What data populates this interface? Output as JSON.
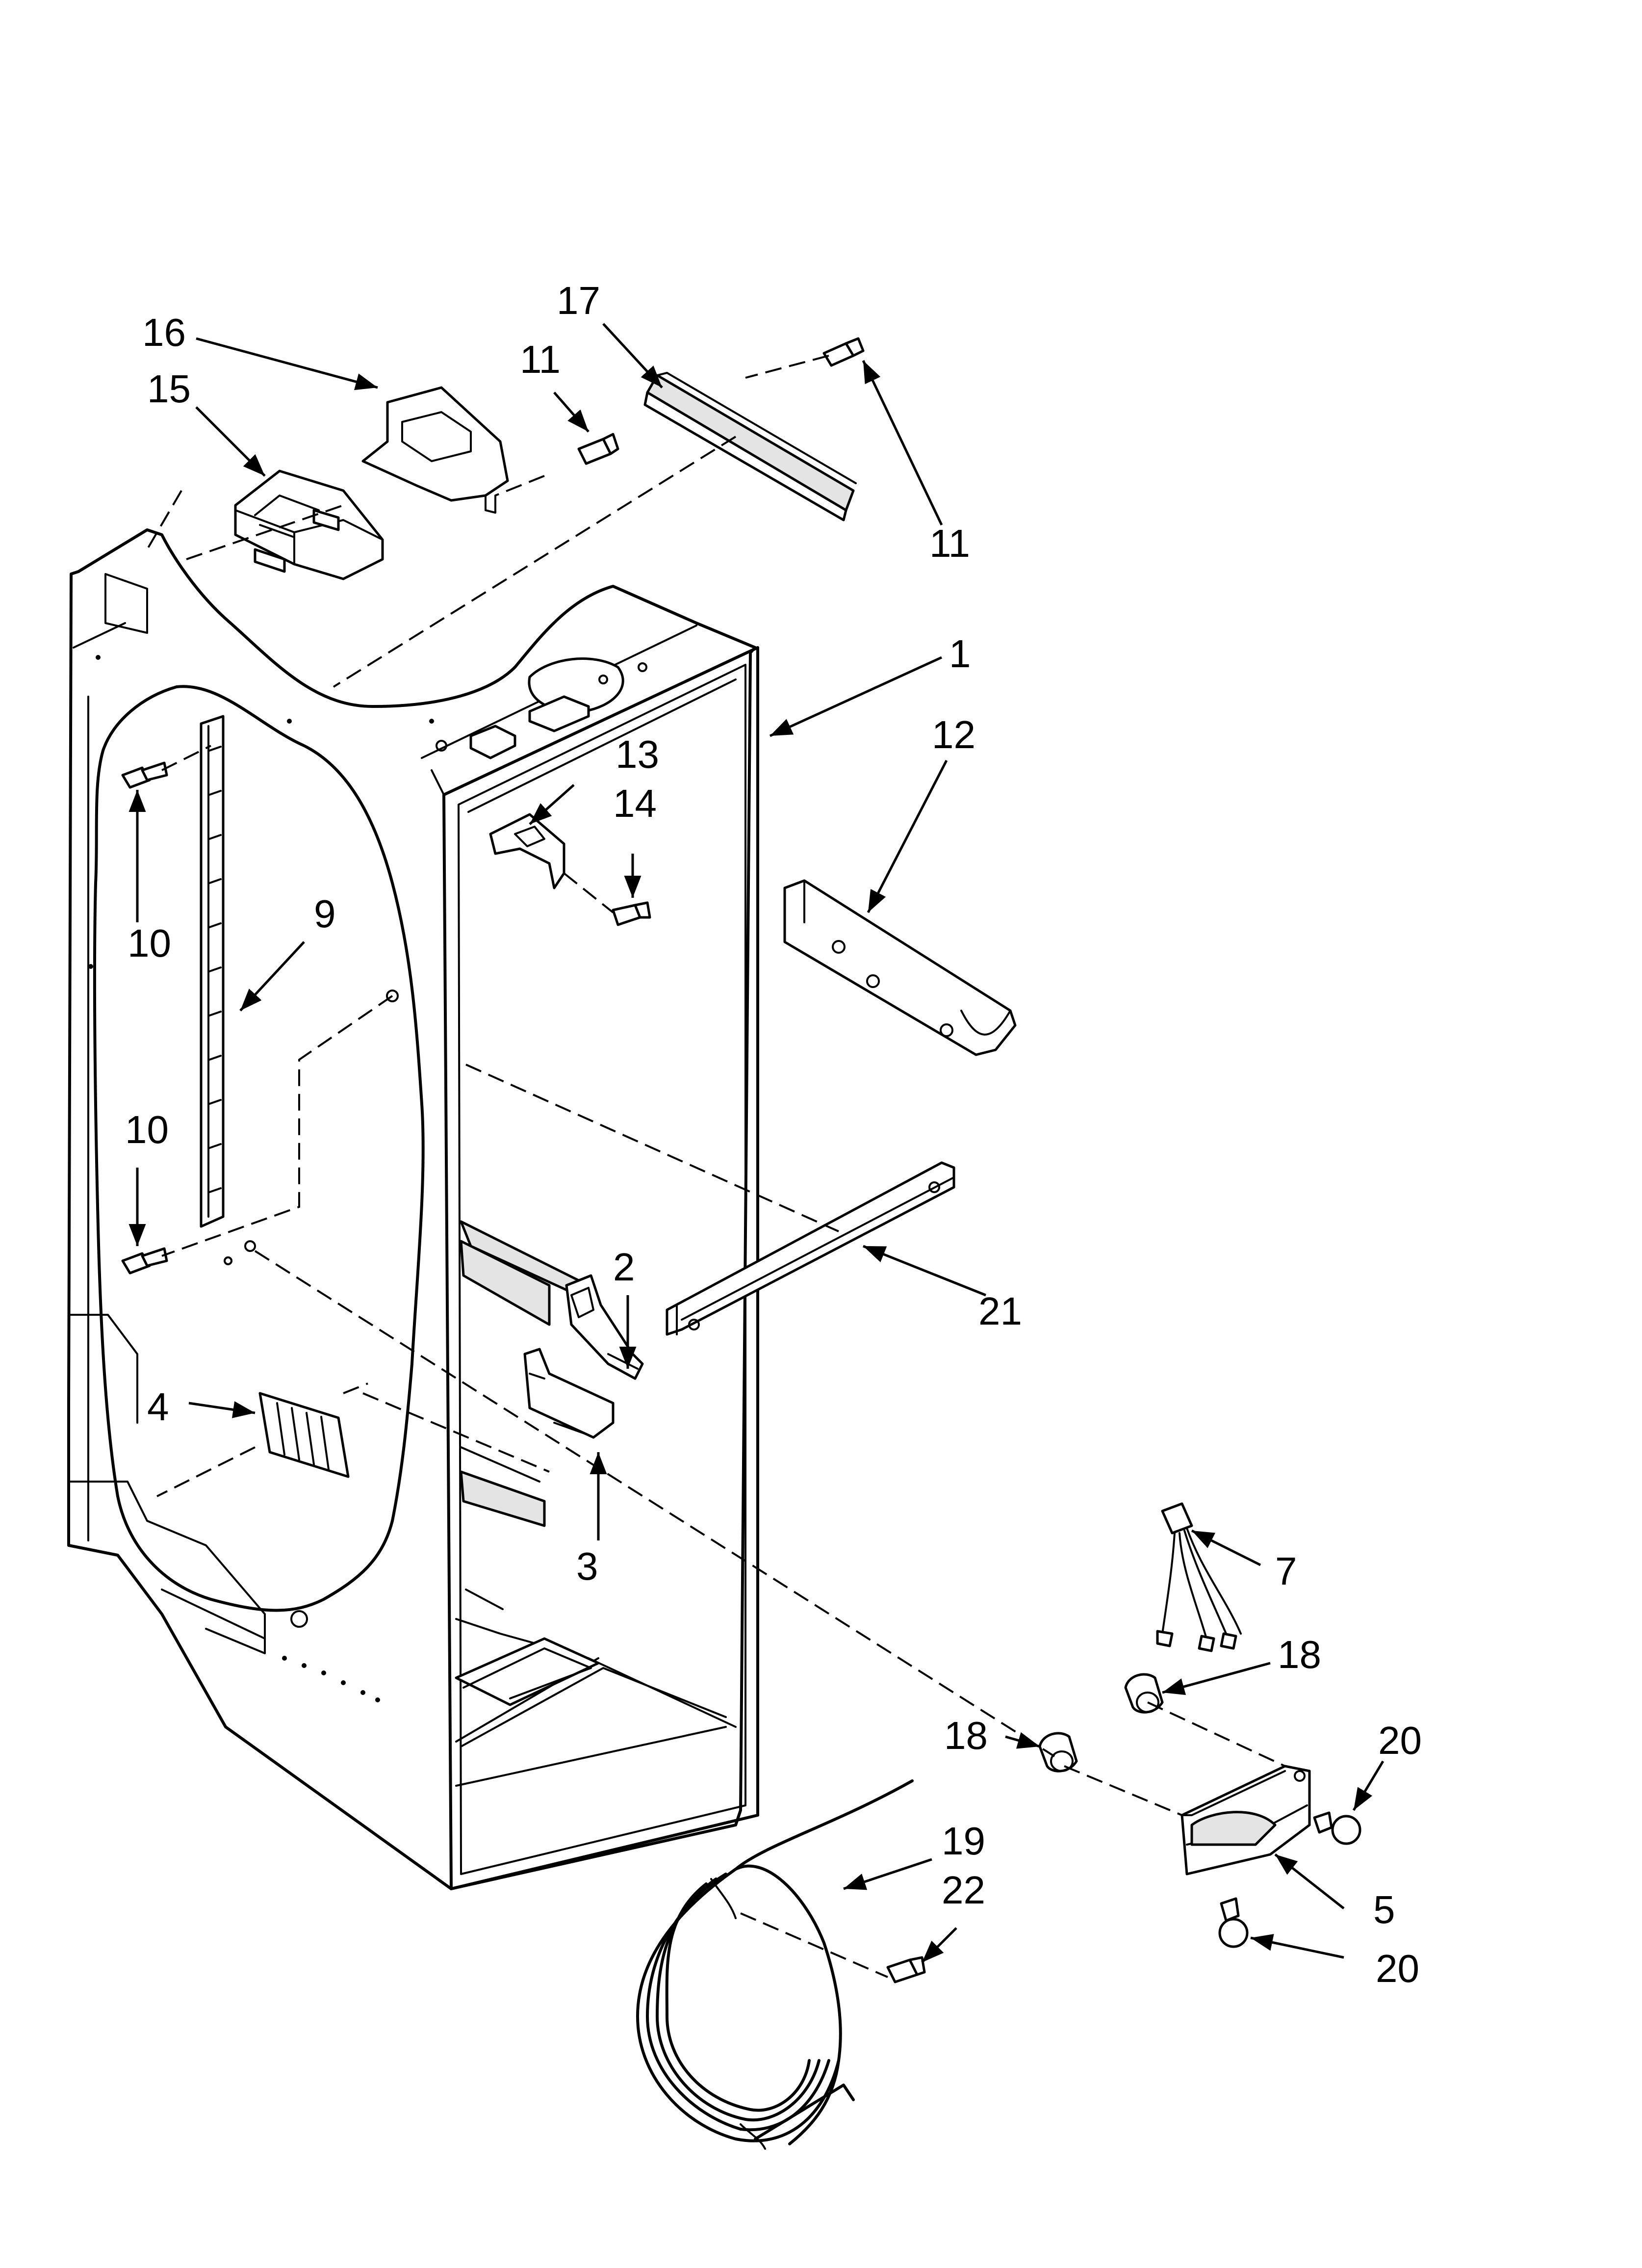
{
  "callouts": [
    {
      "id": "c1",
      "text": "1"
    },
    {
      "id": "c2",
      "text": "2"
    },
    {
      "id": "c3",
      "text": "3"
    },
    {
      "id": "c4",
      "text": "4"
    },
    {
      "id": "c5",
      "text": "5"
    },
    {
      "id": "c7",
      "text": "7"
    },
    {
      "id": "c9",
      "text": "9"
    },
    {
      "id": "c10a",
      "text": "10"
    },
    {
      "id": "c10b",
      "text": "10"
    },
    {
      "id": "c11a",
      "text": "11"
    },
    {
      "id": "c11b",
      "text": "11"
    },
    {
      "id": "c12",
      "text": "12"
    },
    {
      "id": "c13",
      "text": "13"
    },
    {
      "id": "c14",
      "text": "14"
    },
    {
      "id": "c15",
      "text": "15"
    },
    {
      "id": "c16",
      "text": "16"
    },
    {
      "id": "c17",
      "text": "17"
    },
    {
      "id": "c18a",
      "text": "18"
    },
    {
      "id": "c18b",
      "text": "18"
    },
    {
      "id": "c19",
      "text": "19"
    },
    {
      "id": "c20a",
      "text": "20"
    },
    {
      "id": "c20b",
      "text": "20"
    },
    {
      "id": "c21",
      "text": "21"
    },
    {
      "id": "c22",
      "text": "22"
    }
  ]
}
